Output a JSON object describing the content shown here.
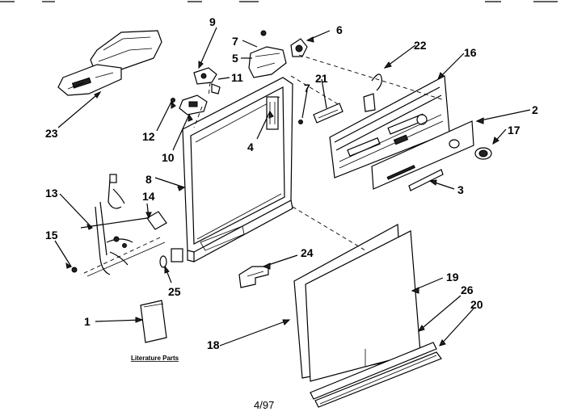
{
  "callouts": [
    {
      "id": "c9",
      "label": "9"
    },
    {
      "id": "c7a",
      "label": "7"
    },
    {
      "id": "c6",
      "label": "6"
    },
    {
      "id": "c5",
      "label": "5"
    },
    {
      "id": "c11",
      "label": "11"
    },
    {
      "id": "c22",
      "label": "22"
    },
    {
      "id": "c16",
      "label": "16"
    },
    {
      "id": "c7b",
      "label": "7"
    },
    {
      "id": "c21",
      "label": "21"
    },
    {
      "id": "c2",
      "label": "2"
    },
    {
      "id": "c17",
      "label": "17"
    },
    {
      "id": "c12",
      "label": "12"
    },
    {
      "id": "c10",
      "label": "10"
    },
    {
      "id": "c4",
      "label": "4"
    },
    {
      "id": "c23",
      "label": "23"
    },
    {
      "id": "c8",
      "label": "8"
    },
    {
      "id": "c3",
      "label": "3"
    },
    {
      "id": "c13",
      "label": "13"
    },
    {
      "id": "c14",
      "label": "14"
    },
    {
      "id": "c15",
      "label": "15"
    },
    {
      "id": "c24",
      "label": "24"
    },
    {
      "id": "c25",
      "label": "25"
    },
    {
      "id": "c19",
      "label": "19"
    },
    {
      "id": "c26",
      "label": "26"
    },
    {
      "id": "c20",
      "label": "20"
    },
    {
      "id": "c1",
      "label": "1"
    },
    {
      "id": "c18",
      "label": "18"
    }
  ],
  "literature_label": "Literature Parts",
  "footer_date": "4/97"
}
